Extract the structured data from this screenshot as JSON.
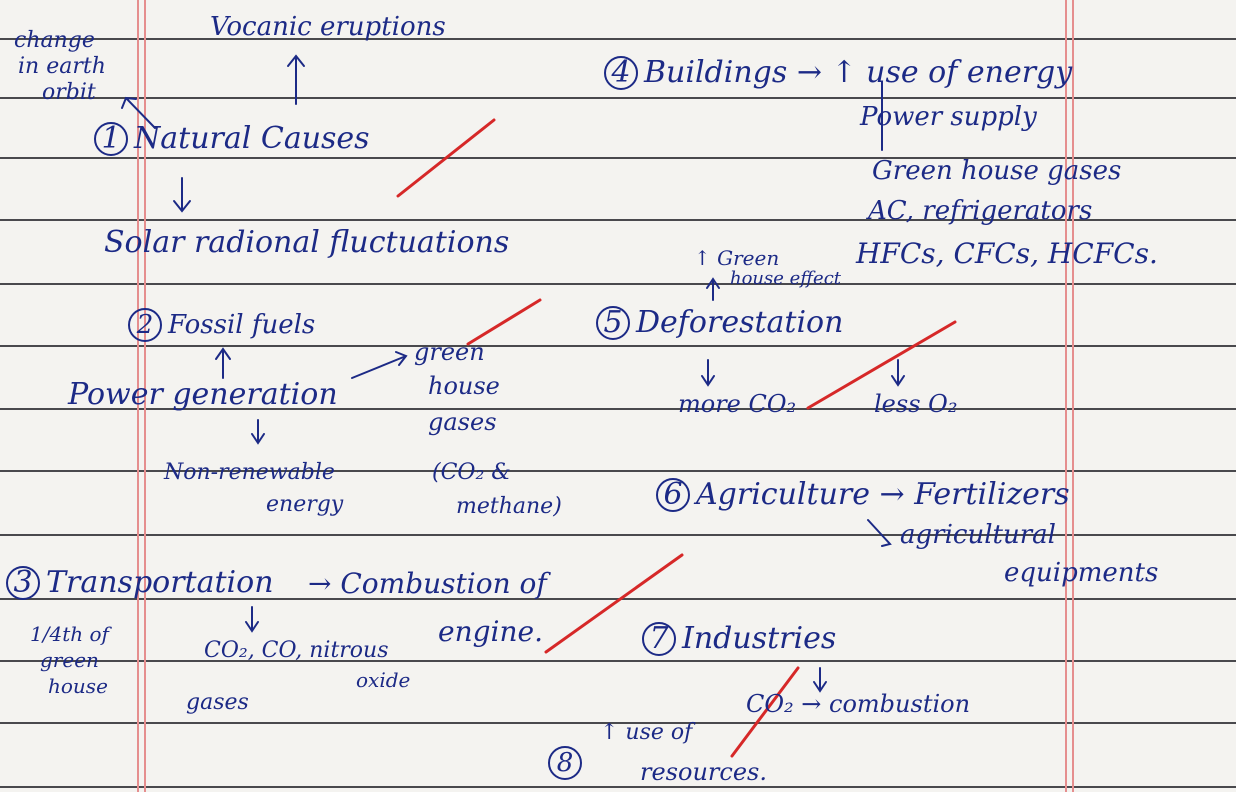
{
  "left_top": {
    "change_line1": "change",
    "change_line2": "in earth",
    "change_line3": "orbit",
    "volcanic": "Vocanic eruptions"
  },
  "natural": {
    "num": "1",
    "title": "Natural Causes",
    "solar": "Solar radional fluctuations"
  },
  "fossil": {
    "num": "2",
    "title": "Fossil fuels",
    "power": "Power generation",
    "green1": "green",
    "green2": "house",
    "green3": "gases",
    "nonren1": "Non-renewable",
    "nonren2": "energy",
    "gas1": "(CO₂ &",
    "gas2": "methane)"
  },
  "transport": {
    "num": "3",
    "title": "Transportation",
    "combustion": "→ Combustion of",
    "engine": "engine.",
    "quarter1": "1/4th of",
    "quarter2": "green",
    "quarter3": "house",
    "gases_line1": "CO₂, CO, nitrous",
    "gases_line2": "oxide",
    "gases_line3": "gases"
  },
  "buildings": {
    "num": "4",
    "title": "Buildings → ↑ use of energy",
    "power": "Power supply",
    "green": "Green house gases",
    "ac": "AC, refrigerators",
    "hfc": "HFCs, CFCs, HCFCs."
  },
  "deforest": {
    "num": "5",
    "note1": "↑ Green",
    "note2": "house effect",
    "title": "Deforestation",
    "more": "more CO₂",
    "less": "less O₂"
  },
  "agri": {
    "num": "6",
    "title": "Agriculture → Fertilizers",
    "equip1": "agricultural",
    "equip2": "equipments"
  },
  "industry": {
    "num": "7",
    "title": "Industries",
    "co2": "CO₂ → combustion"
  },
  "resources": {
    "num": "8",
    "line1": "↑ use of",
    "line2": "resources."
  },
  "colors": {
    "ink": "#1c2a86",
    "tick": "#d62828",
    "margin": "#e58e8e",
    "paper": "#f4f3f0"
  }
}
